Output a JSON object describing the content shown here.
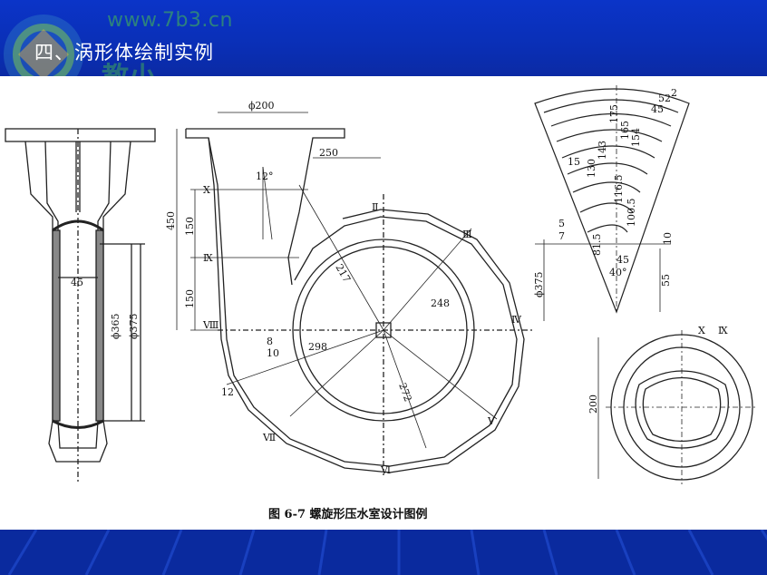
{
  "header": {
    "site_watermark": "www.7b3.cn",
    "logo_watermark": "教小",
    "title": "四、涡形体绘制实例"
  },
  "figure": {
    "caption": "图 6-7   螺旋形压水室设计图例",
    "dims_left": [
      "45",
      "ϕ365",
      "ϕ375"
    ],
    "dims_center": [
      "ϕ200",
      "250",
      "12°",
      "X",
      "450",
      "150",
      "Ⅸ",
      "150",
      "Ⅷ",
      "8",
      "10",
      "12",
      "Ⅶ",
      "Ⅵ",
      "Ⅴ",
      "Ⅳ",
      "Ⅲ",
      "Ⅱ",
      "217",
      "248",
      "298",
      "272"
    ],
    "dims_right_top": [
      "175",
      "165",
      "154",
      "143",
      "130",
      "116.5",
      "100.5",
      "81.5",
      "45",
      "40°",
      "15",
      "45",
      "52",
      "2",
      "5",
      "7",
      "10",
      "55",
      "ϕ375"
    ],
    "dims_right_bottom": [
      "X",
      "Ⅸ",
      "200"
    ]
  },
  "colors": {
    "background": "#0a2a9e",
    "header": "#0b34c8",
    "title_text": "#ffffff",
    "watermark": "#49c34a"
  }
}
